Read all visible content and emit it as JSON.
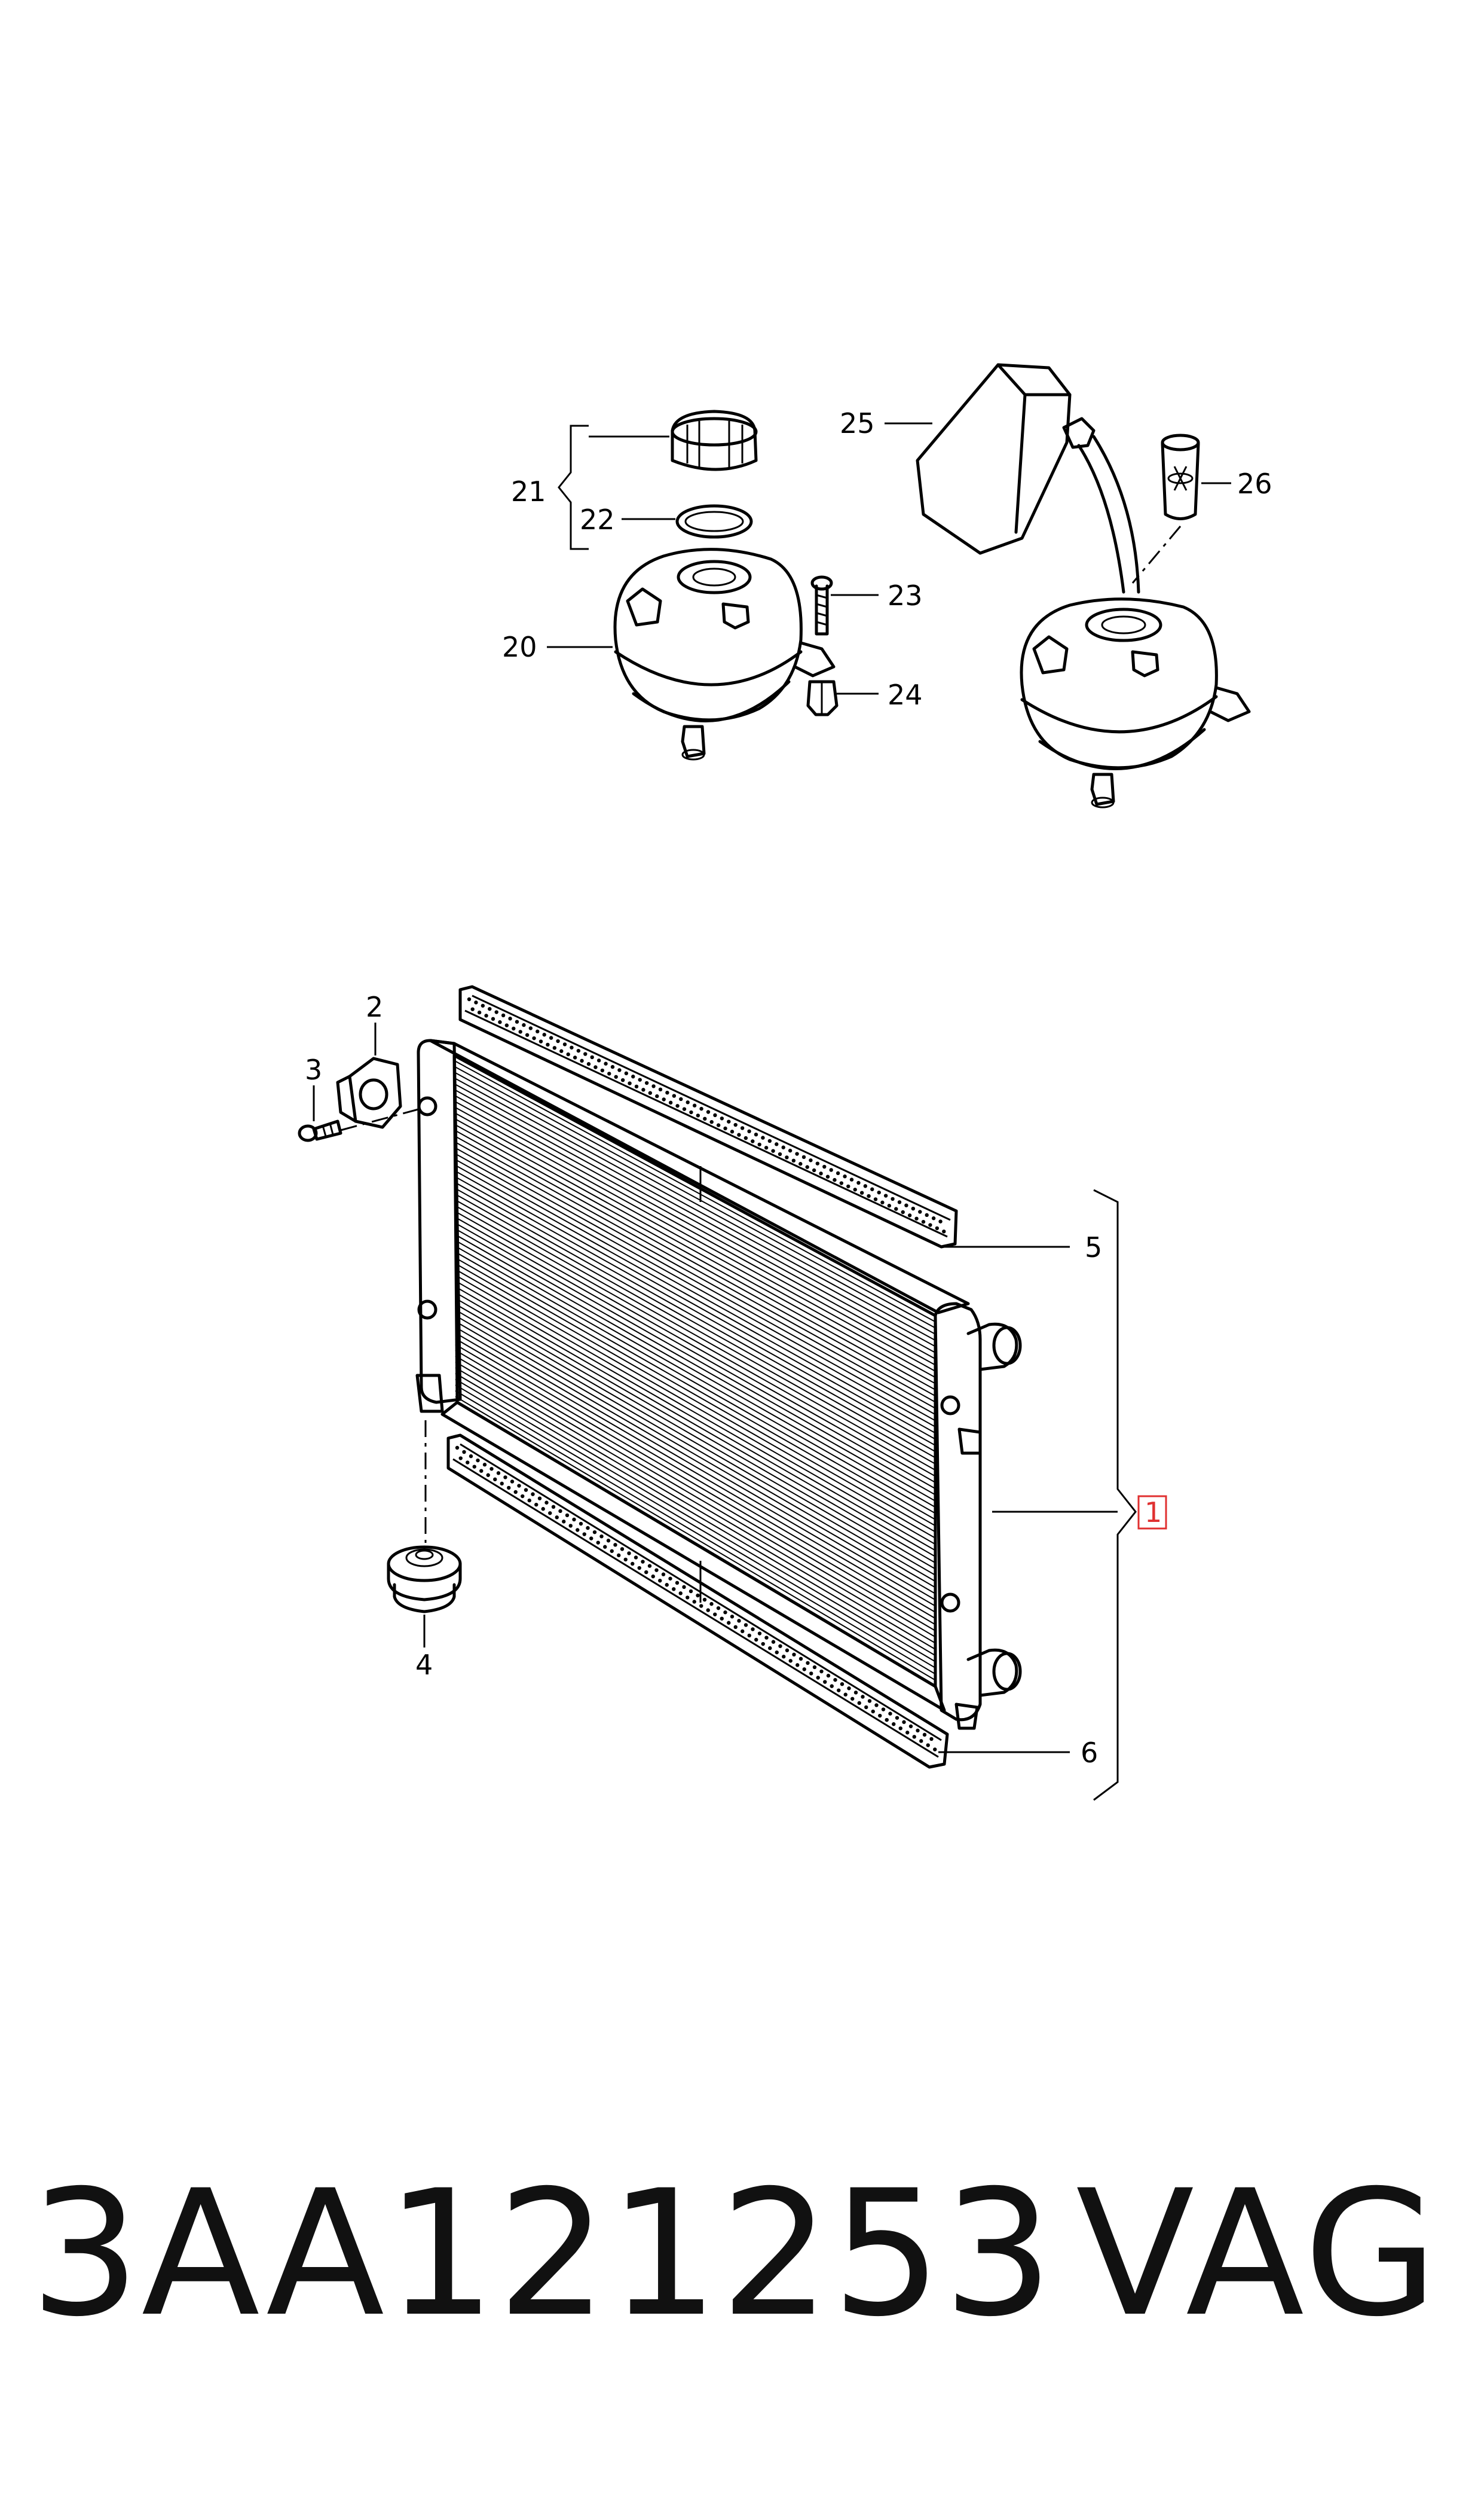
{
  "callouts": {
    "c1": "1",
    "c2": "2",
    "c3": "3",
    "c4": "4",
    "c5": "5",
    "c6": "6",
    "c20": "20",
    "c21": "21",
    "c22": "22",
    "c23": "23",
    "c24": "24",
    "c25": "25",
    "c26": "26"
  },
  "footer": {
    "part_number": "3AA121253",
    "brand": "VAG"
  },
  "colors": {
    "line": "#000000",
    "highlight": "#e03030",
    "background": "#ffffff"
  }
}
